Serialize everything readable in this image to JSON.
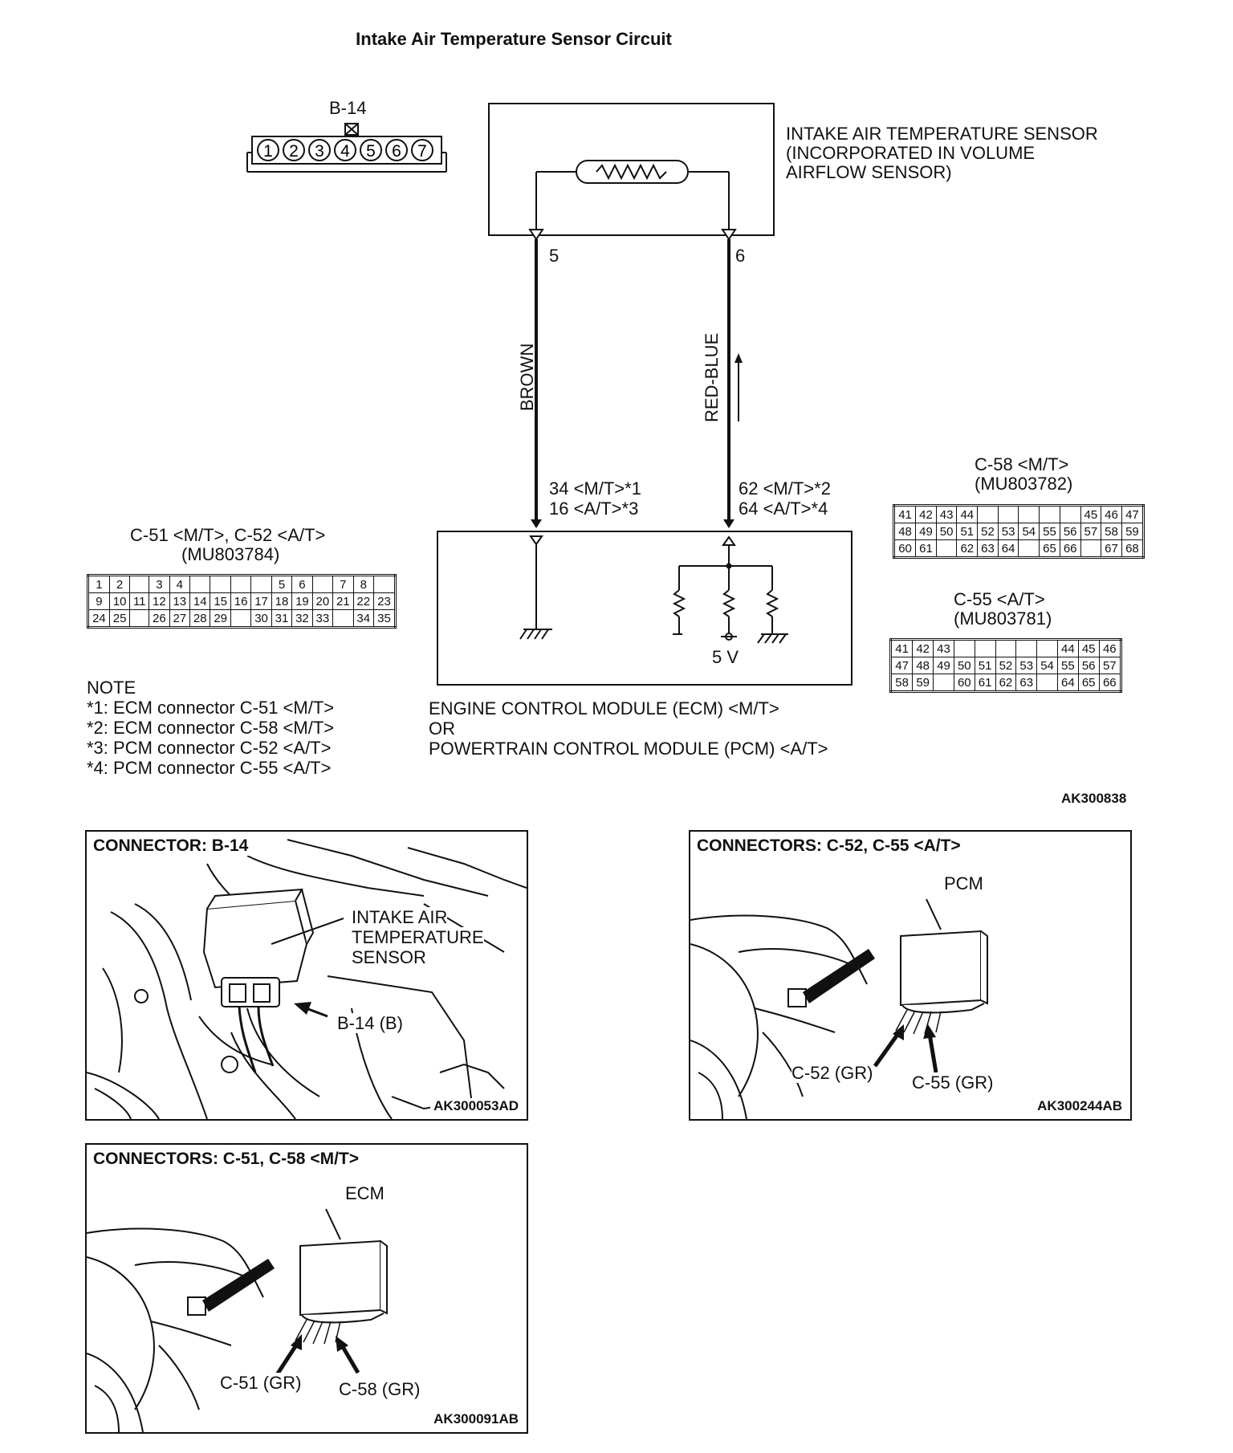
{
  "title": "Intake Air Temperature Sensor Circuit",
  "connector_b14": {
    "label": "B-14",
    "pins": [
      "1",
      "2",
      "3",
      "4",
      "5",
      "6",
      "7"
    ]
  },
  "sensor": {
    "label_line1": "INTAKE AIR TEMPERATURE SENSOR",
    "label_line2": "(INCORPORATED IN VOLUME",
    "label_line3": "AIRFLOW SENSOR)",
    "pin_left": "5",
    "pin_right": "6"
  },
  "wires": {
    "left_color": "BROWN",
    "right_color": "RED-BLUE"
  },
  "ecm_pins": {
    "left_line1": "34 <M/T>*1",
    "left_line2": "16 <A/T>*3",
    "right_line1": "62 <M/T>*2",
    "right_line2": "64 <A/T>*4",
    "voltage": "5 V"
  },
  "module": {
    "line1": "ENGINE CONTROL MODULE (ECM) <M/T>",
    "line2": "OR",
    "line3": "POWERTRAIN CONTROL MODULE (PCM) <A/T>"
  },
  "c51": {
    "title": "C-51 <M/T>, C-52 <A/T>",
    "part": "(MU803784)",
    "rows": [
      [
        "1",
        "2",
        "",
        "3",
        "4",
        "",
        "",
        "",
        "",
        "5",
        "6",
        "",
        "7",
        "8"
      ],
      [
        "9",
        "10",
        "11",
        "12",
        "13",
        "14",
        "15",
        "16",
        "17",
        "18",
        "19",
        "20",
        "21",
        "22",
        "23"
      ],
      [
        "24",
        "25",
        "",
        "26",
        "27",
        "28",
        "29",
        "",
        "30",
        "31",
        "32",
        "33",
        "",
        "34",
        "35"
      ]
    ]
  },
  "c58": {
    "title": "C-58 <M/T>",
    "part": "(MU803782)",
    "rows": [
      [
        "41",
        "42",
        "43",
        "44",
        "",
        "",
        "",
        "",
        "",
        "45",
        "46",
        "47"
      ],
      [
        "48",
        "49",
        "50",
        "51",
        "52",
        "53",
        "54",
        "55",
        "56",
        "57",
        "58",
        "59"
      ],
      [
        "60",
        "61",
        "",
        "62",
        "63",
        "64",
        "",
        "65",
        "66",
        "",
        "67",
        "68"
      ]
    ]
  },
  "c55": {
    "title": "C-55 <A/T>",
    "part": "(MU803781)",
    "rows": [
      [
        "41",
        "42",
        "43",
        "",
        "",
        "",
        "",
        "",
        "44",
        "45",
        "46"
      ],
      [
        "47",
        "48",
        "49",
        "50",
        "51",
        "52",
        "53",
        "54",
        "55",
        "56",
        "57"
      ],
      [
        "58",
        "59",
        "",
        "60",
        "61",
        "62",
        "63",
        "",
        "64",
        "65",
        "66"
      ]
    ]
  },
  "notes": {
    "heading": "NOTE",
    "items": [
      "*1: ECM connector C-51 <M/T>",
      "*2: ECM connector C-58 <M/T>",
      "*3: PCM connector C-52 <A/T>",
      "*4: PCM connector C-55 <A/T>"
    ]
  },
  "figure_code_main": "AK300838",
  "panel_b14": {
    "title": "CONNECTOR: B-14",
    "callout_line1": "INTAKE AIR",
    "callout_line2": "TEMPERATURE",
    "callout_line3": "SENSOR",
    "connector_label": "B-14 (B)",
    "code": "AK300053AD"
  },
  "panel_c52": {
    "title": "CONNECTORS: C-52, C-55 <A/T>",
    "module_label": "PCM",
    "label_a": "C-52 (GR)",
    "label_b": "C-55 (GR)",
    "code": "AK300244AB"
  },
  "panel_c51": {
    "title": "CONNECTORS: C-51, C-58 <M/T>",
    "module_label": "ECM",
    "label_a": "C-51 (GR)",
    "label_b": "C-58 (GR)",
    "code": "AK300091AB"
  }
}
